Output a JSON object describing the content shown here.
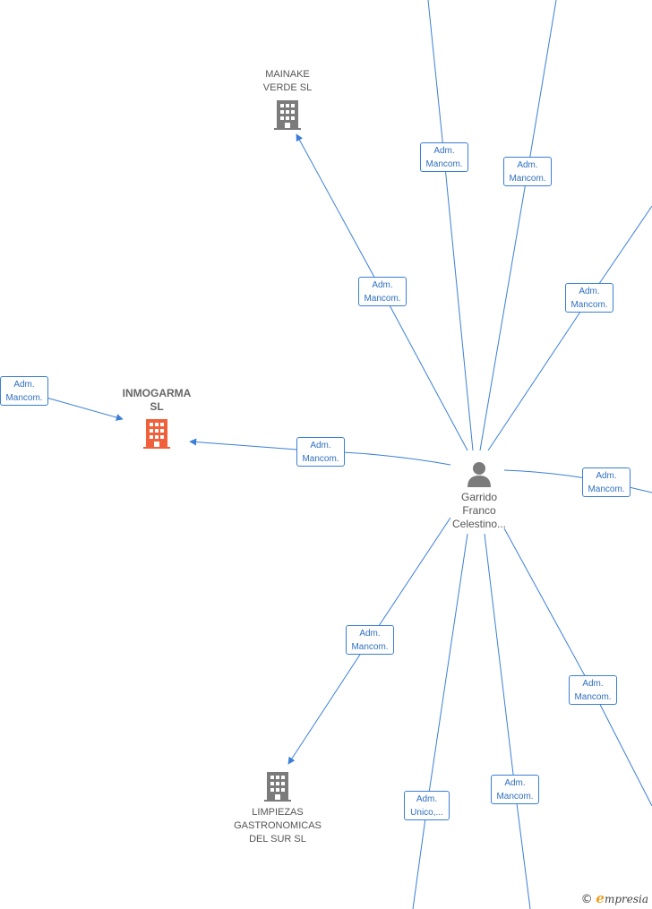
{
  "colors": {
    "edge": "#3a7fd5",
    "company": "#7b7b7b",
    "company_highlight": "#f0603a",
    "person": "#7b7b7b"
  },
  "person": {
    "lines": [
      "Garrido",
      "Franco",
      "Celestino..."
    ],
    "icon": "person-icon"
  },
  "companies": [
    {
      "id": "mainake",
      "lines": [
        "MAINAKE",
        "VERDE  SL"
      ],
      "highlight": false,
      "icon": "building-icon"
    },
    {
      "id": "inmogarma",
      "lines": [
        "INMOGARMA",
        "SL"
      ],
      "highlight": true,
      "icon": "building-icon"
    },
    {
      "id": "limpiezas",
      "lines": [
        "LIMPIEZAS",
        "GASTRONOMICAS",
        "DEL SUR  SL"
      ],
      "highlight": false,
      "icon": "building-icon"
    }
  ],
  "roles": [
    {
      "lines": [
        "Adm.",
        "Mancom."
      ]
    },
    {
      "lines": [
        "Adm.",
        "Mancom."
      ]
    },
    {
      "lines": [
        "Adm.",
        "Mancom."
      ]
    },
    {
      "lines": [
        "Adm.",
        "Mancom."
      ]
    },
    {
      "lines": [
        "Adm.",
        "Mancom."
      ]
    },
    {
      "lines": [
        "Adm.",
        "Mancom."
      ]
    },
    {
      "lines": [
        "Adm.",
        "Mancom."
      ]
    },
    {
      "lines": [
        "Adm.",
        "Mancom."
      ]
    },
    {
      "lines": [
        "Adm.",
        "Mancom."
      ]
    },
    {
      "lines": [
        "Adm.",
        "Unico,..."
      ]
    },
    {
      "lines": [
        "Adm.",
        "Mancom."
      ]
    }
  ],
  "footer": {
    "copyright": "©",
    "brand_initial": "e",
    "brand_rest": "mpresia"
  }
}
